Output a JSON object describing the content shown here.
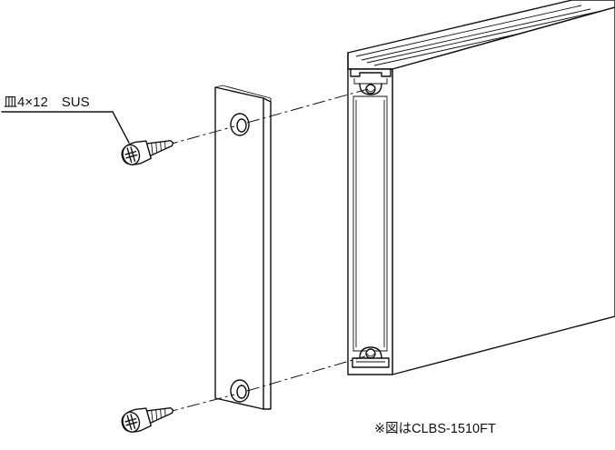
{
  "callout": {
    "screw_spec": "皿4×12　SUS"
  },
  "note": {
    "figure_model": "※図はCLBS-1510FT"
  },
  "parts": {
    "screws": 2,
    "holes": 2
  }
}
